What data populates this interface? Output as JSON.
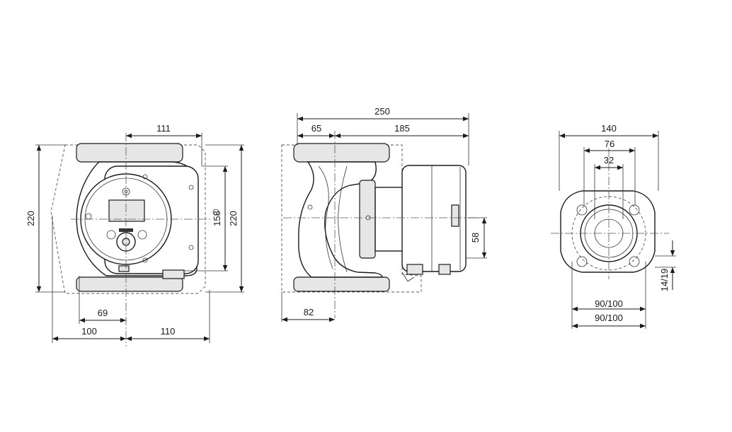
{
  "front_view": {
    "dims": {
      "top_111": "111",
      "left_220": "220",
      "right_158": "158",
      "right_220": "220",
      "bottom_69": "69",
      "bottom_100": "100",
      "bottom_110": "110"
    }
  },
  "side_view": {
    "dims": {
      "top_250": "250",
      "top_65": "65",
      "top_185": "185",
      "right_58": "58",
      "bottom_82": "82"
    }
  },
  "flange_view": {
    "dims": {
      "top_140": "140",
      "top_76": "76",
      "top_32": "32",
      "right_14_19": "14/19",
      "bottom_90_100_a": "90/100",
      "bottom_90_100_b": "90/100"
    }
  }
}
